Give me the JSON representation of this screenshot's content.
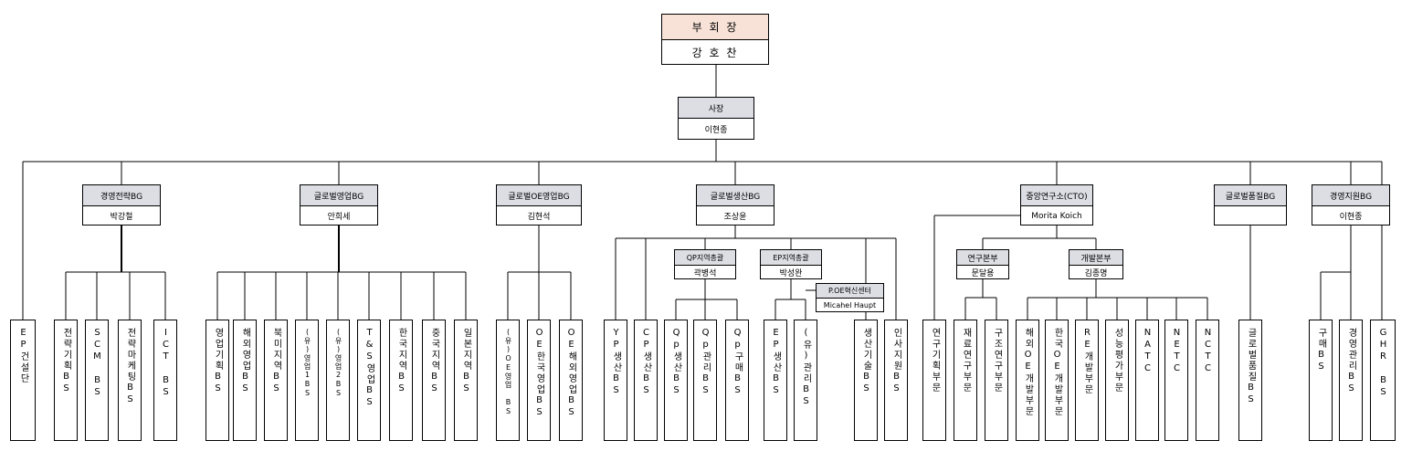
{
  "vice_chairman": {
    "title": "부 회 장",
    "name": "강 호 찬"
  },
  "president": {
    "title": "사장",
    "name": "이현종"
  },
  "groups": {
    "strategy": {
      "title": "경영전략BG",
      "name": "박강철"
    },
    "sales": {
      "title": "글로벌영업BG",
      "name": "안희세"
    },
    "oe_sales": {
      "title": "글로벌OE영업BG",
      "name": "김현석"
    },
    "production": {
      "title": "글로벌생산BG",
      "name": "조상윤"
    },
    "rnd": {
      "title": "중앙연구소(CTO)",
      "name": "Morita Koich"
    },
    "quality": {
      "title": "글로벌품질BG",
      "name": ""
    },
    "support": {
      "title": "경영지원BG",
      "name": "이현종"
    }
  },
  "sub": {
    "qp": {
      "title": "QP지역총괄",
      "name": "곽병석"
    },
    "ep": {
      "title": "EP지역총괄",
      "name": "박성완"
    },
    "poe": {
      "title": "P.OE혁신센터",
      "name": "Micahel Haupt"
    },
    "research": {
      "title": "연구본부",
      "name": "문달용"
    },
    "dev": {
      "title": "개발본부",
      "name": "김종명"
    }
  },
  "leaves": {
    "ep_construction": "EP건설단",
    "strategy": [
      "전략기획BS",
      "SCM BS",
      "전략마케팅BS",
      "ICT BS"
    ],
    "sales": [
      "영업기획BS",
      "해외영업BS",
      "북미지역BS",
      "(유)영업1BS",
      "(유)영업2BS",
      "T&S영업BS",
      "한국지역BS",
      "중국지역BS",
      "일본지역BS"
    ],
    "oe_sales": [
      "(유)OE영업 BS",
      "OE한국영업BS",
      "OE해외영업BS"
    ],
    "production_direct": [
      "YP생산BS",
      "CP생산BS"
    ],
    "qp": [
      "Qp생산BS",
      "Qp관리BS",
      "Qp구매BS"
    ],
    "ep": [
      "EP생산BS",
      "(유)관리BS"
    ],
    "production_right": [
      "생산기술BS",
      "인사지원BS"
    ],
    "rnd_direct": "연구기획부문",
    "research": [
      "재료연구부문",
      "구조연구부문"
    ],
    "dev": [
      "해외OE개발부문",
      "한국OE개발부문",
      "RE개발부문",
      "성능평가부문",
      "NATC",
      "NETC",
      "NCTC"
    ],
    "quality": "글로벌품질BS",
    "support": [
      "구매BS",
      "경영관리BS",
      "GHR BS"
    ]
  }
}
